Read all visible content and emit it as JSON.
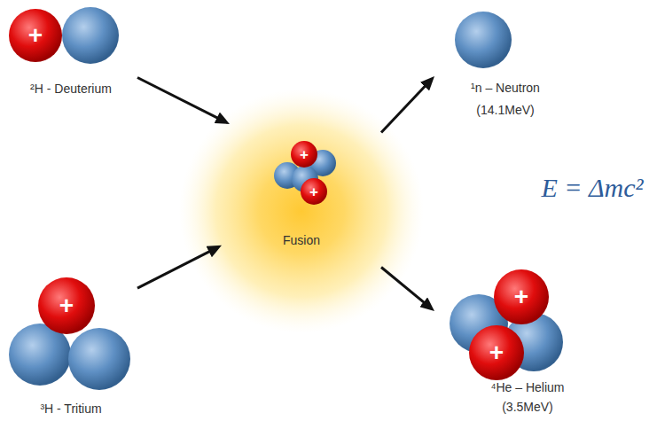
{
  "diagram": {
    "nodes": [
      {
        "text": [
          "²H - Deuterium"
        ]
      },
      {
        "text": [
          "³H - Tritium"
        ]
      },
      {
        "text": [
          "Fusion"
        ]
      },
      {
        "text": [
          "¹n – Neutron",
          "(14.1MeV)"
        ]
      },
      {
        "text": [
          "⁴He – Helium",
          "(3.5MeV)"
        ]
      }
    ],
    "edges": [
      {
        "from": 0,
        "to": 2,
        "arrow": "to"
      },
      {
        "from": 1,
        "to": 2,
        "arrow": "to"
      },
      {
        "from": 2,
        "to": 3,
        "arrow": "to"
      },
      {
        "from": 2,
        "to": 4,
        "arrow": "to"
      }
    ],
    "labels": [
      "+",
      "+",
      "+",
      "+",
      "+",
      "+",
      "E = Δmc²"
    ]
  }
}
